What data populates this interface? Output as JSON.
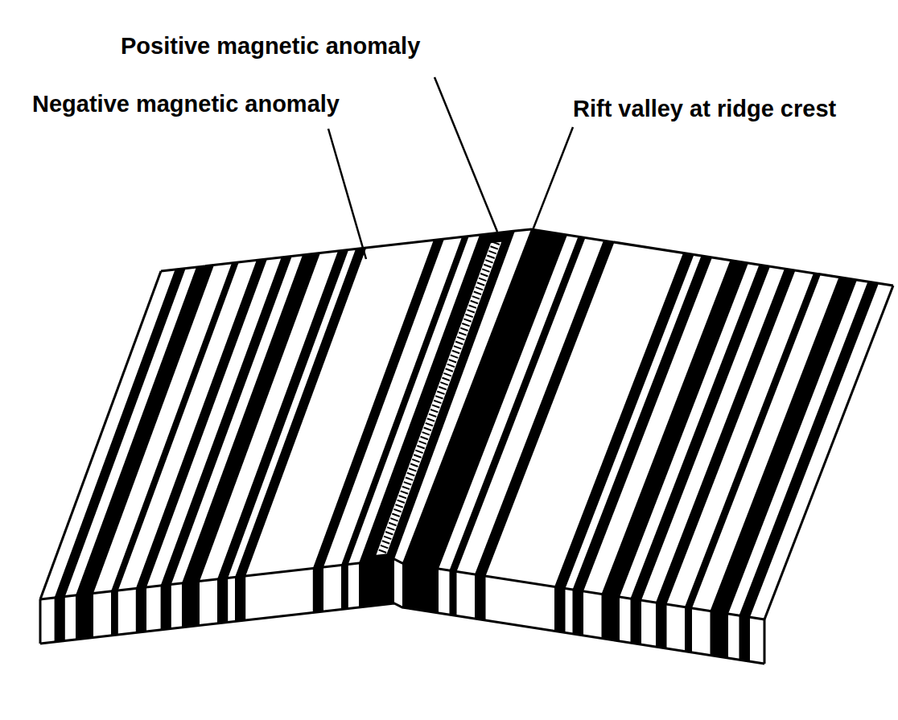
{
  "diagram": {
    "labels": [
      "Positive magnetic anomaly",
      "Negative magnetic anomaly",
      "Rift valley at ridge crest"
    ]
  }
}
